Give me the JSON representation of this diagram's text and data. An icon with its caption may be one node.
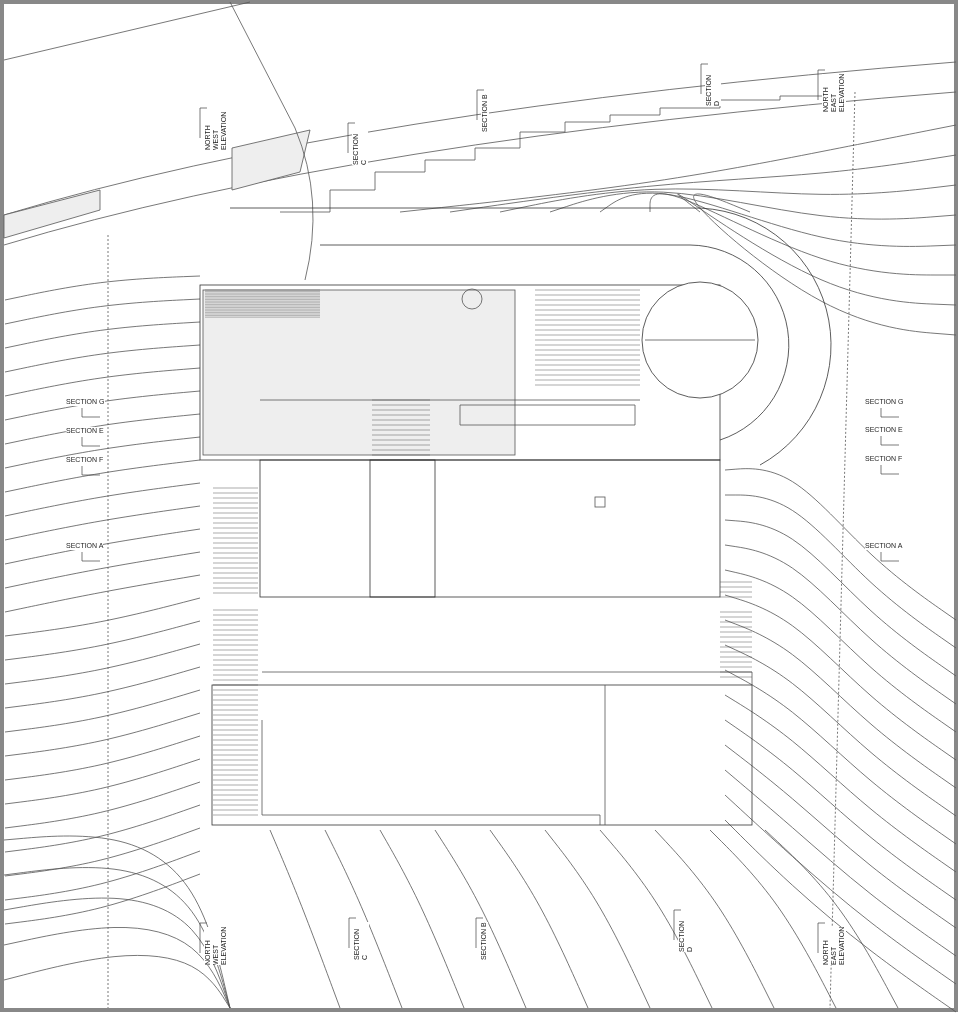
{
  "diagram": {
    "labels": [
      "SECTION D",
      "NORTH EAST ELEVATION",
      "SECTION B",
      "NORTH WEST ELEVATION",
      "SECTION C",
      "SECTION G",
      "SECTION G",
      "SECTION E",
      "SECTION E",
      "SECTION F",
      "SECTION F",
      "SECTION A",
      "SECTION A",
      "NORTH WEST ELEVATION",
      "SECTION C",
      "SECTION B",
      "SECTION D",
      "NORTH EAST ELEVATION"
    ]
  }
}
